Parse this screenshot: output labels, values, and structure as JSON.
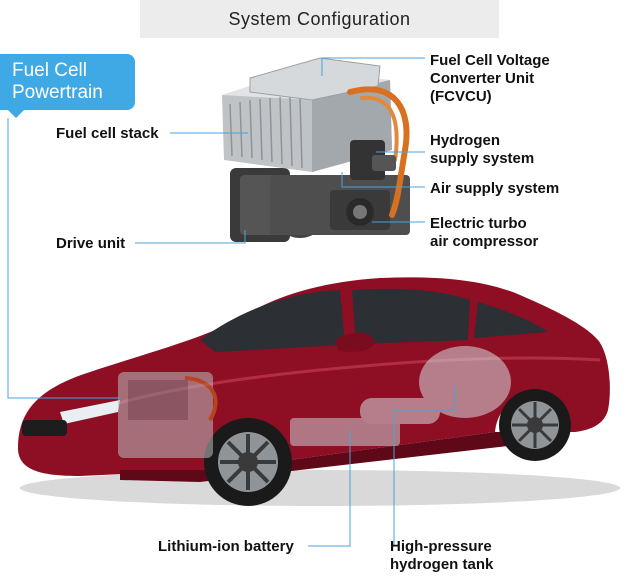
{
  "title": "System Configuration",
  "tag": {
    "line1": "Fuel Cell",
    "line2": "Powertrain"
  },
  "labels": {
    "fcvcu_line1": "Fuel Cell Voltage",
    "fcvcu_line2": "Converter Unit",
    "fcvcu_line3": "(FCVCU)",
    "fuel_cell_stack": "Fuel cell stack",
    "hydrogen_line1": "Hydrogen",
    "hydrogen_line2": "supply system",
    "air_supply": "Air supply system",
    "turbo_line1": "Electric turbo",
    "turbo_line2": "air compressor",
    "drive_unit": "Drive unit",
    "battery": "Lithium-ion battery",
    "tank_line1": "High-pressure",
    "tank_line2": "hydrogen tank"
  },
  "colors": {
    "tag_blue": "#3fa9e6",
    "car_red": "#8e0f24",
    "leader_line": "#4aa3d8"
  }
}
